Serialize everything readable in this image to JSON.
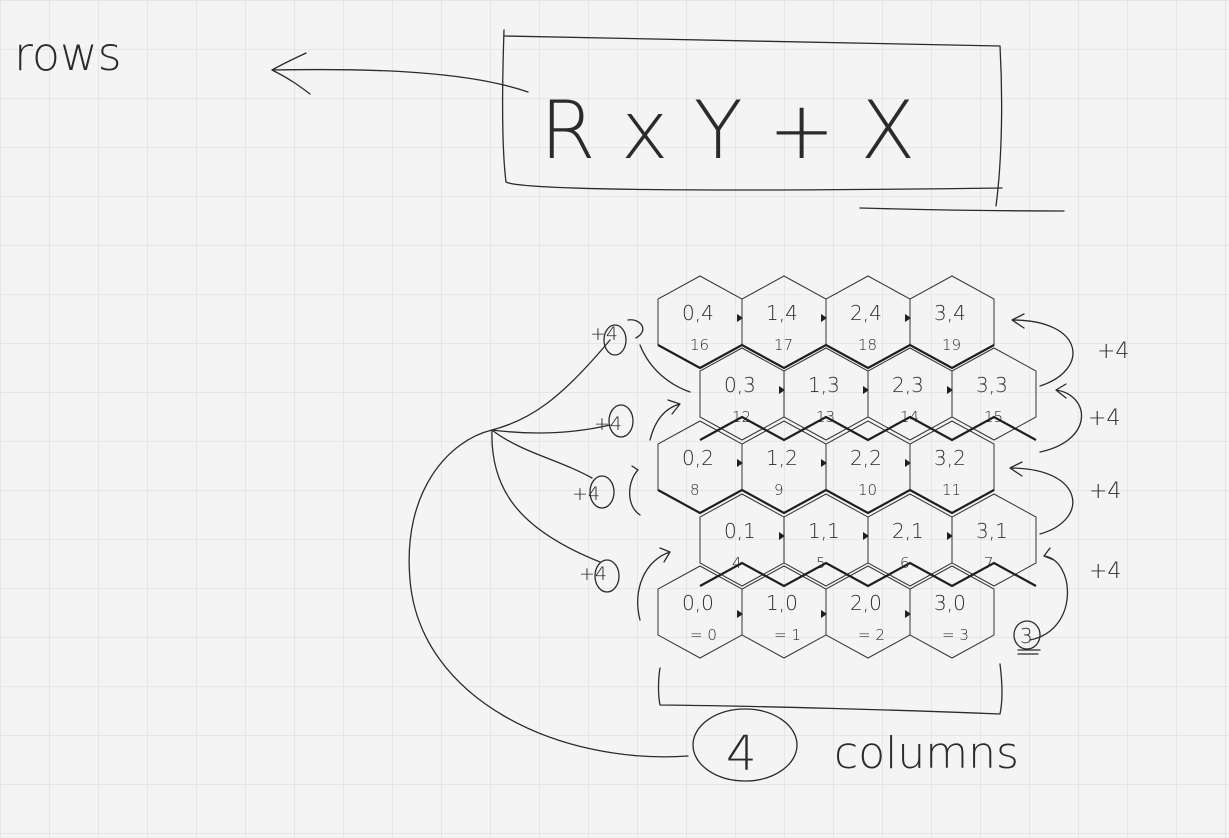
{
  "rows_label": "rows",
  "formula": "R x Y + X",
  "columns_count": "4",
  "columns_label": "columns",
  "bottom_right_count": "3",
  "step_labels": [
    "+4",
    "+4",
    "+4",
    "+4",
    "+4",
    "+4",
    "+4",
    "+4"
  ],
  "grid": {
    "columns": 4,
    "rows": 5,
    "cells": [
      {
        "coord": "0,0",
        "index": "= 0"
      },
      {
        "coord": "1,0",
        "index": "= 1"
      },
      {
        "coord": "2,0",
        "index": "= 2"
      },
      {
        "coord": "3,0",
        "index": "= 3"
      },
      {
        "coord": "0,1",
        "index": "4"
      },
      {
        "coord": "1,1",
        "index": "5"
      },
      {
        "coord": "2,1",
        "index": "6"
      },
      {
        "coord": "3,1",
        "index": "7"
      },
      {
        "coord": "0,2",
        "index": "8"
      },
      {
        "coord": "1,2",
        "index": "9"
      },
      {
        "coord": "2,2",
        "index": "10"
      },
      {
        "coord": "3,2",
        "index": "11"
      },
      {
        "coord": "0,3",
        "index": "12"
      },
      {
        "coord": "1,3",
        "index": "13"
      },
      {
        "coord": "2,3",
        "index": "14"
      },
      {
        "coord": "3,3",
        "index": "15"
      },
      {
        "coord": "0,4",
        "index": "16"
      },
      {
        "coord": "1,4",
        "index": "17"
      },
      {
        "coord": "2,4",
        "index": "18"
      },
      {
        "coord": "3,4",
        "index": "19"
      }
    ]
  }
}
